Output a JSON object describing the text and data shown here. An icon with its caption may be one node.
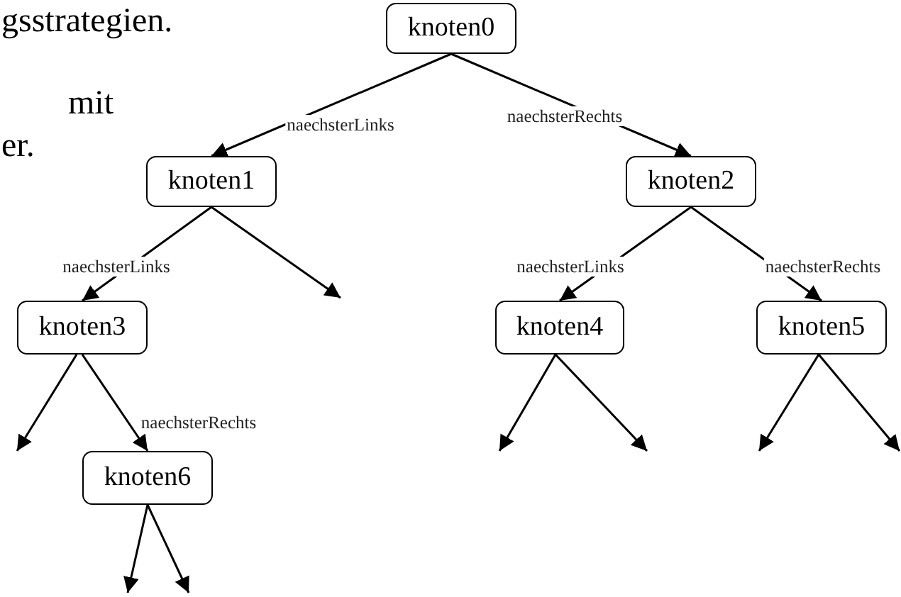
{
  "diagram": {
    "nodes": [
      {
        "text": [
          "knoten0"
        ]
      },
      {
        "text": [
          "knoten1"
        ]
      },
      {
        "text": [
          "knoten2"
        ]
      },
      {
        "text": [
          "knoten3"
        ]
      },
      {
        "text": [
          "knoten4"
        ]
      },
      {
        "text": [
          "knoten5"
        ]
      },
      {
        "text": [
          "knoten6"
        ]
      }
    ],
    "edges": [
      {
        "from": 0,
        "to": 1,
        "arrow": "to",
        "label": "naechsterLinks"
      },
      {
        "from": 0,
        "to": 2,
        "arrow": "to",
        "label": "naechsterRechts"
      },
      {
        "from": 1,
        "to": 3,
        "arrow": "to",
        "label": "naechsterLinks"
      },
      {
        "from": 1,
        "to": null,
        "arrow": "to"
      },
      {
        "from": 2,
        "to": 4,
        "arrow": "to",
        "label": "naechsterLinks"
      },
      {
        "from": 2,
        "to": 5,
        "arrow": "to",
        "label": "naechsterRechts"
      },
      {
        "from": 3,
        "to": null,
        "arrow": "to"
      },
      {
        "from": 3,
        "to": 6,
        "arrow": "to",
        "label": "naechsterRechts"
      },
      {
        "from": 4,
        "to": null,
        "arrow": "to"
      },
      {
        "from": 4,
        "to": null,
        "arrow": "to"
      },
      {
        "from": 5,
        "to": null,
        "arrow": "to"
      },
      {
        "from": 5,
        "to": null,
        "arrow": "to"
      },
      {
        "from": 6,
        "to": null,
        "arrow": "to"
      },
      {
        "from": 6,
        "to": null,
        "arrow": "to"
      }
    ],
    "labels": [
      "gsstrategien.",
      "mit",
      "er."
    ]
  }
}
